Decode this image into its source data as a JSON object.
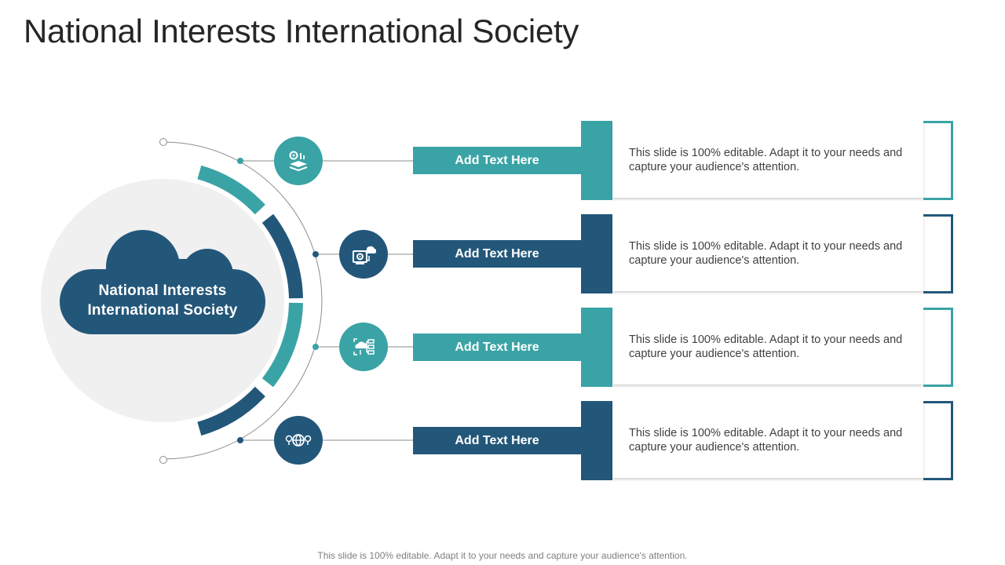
{
  "title": "National Interests International Society",
  "center": {
    "line1": "National Interests",
    "line2": "International Society"
  },
  "items": [
    {
      "label": "Add Text Here",
      "text": "This slide is 100% editable. Adapt it to your needs and capture your audience's attention.",
      "icon": "gear-chart-layers-icon",
      "color": "#3aa3a5"
    },
    {
      "label": "Add Text Here",
      "text": "This slide is 100% editable. Adapt it to your needs and capture your audience's attention.",
      "icon": "cloud-gear-monitor-icon",
      "color": "#23577a"
    },
    {
      "label": "Add Text Here",
      "text": "This slide is 100% editable. Adapt it to your needs and capture your audience's attention.",
      "icon": "cloud-network-icon",
      "color": "#3aa3a5"
    },
    {
      "label": "Add Text Here",
      "text": "This slide is 100% editable. Adapt it to your needs and capture your audience's attention.",
      "icon": "globe-users-icon",
      "color": "#23577a"
    }
  ],
  "footer": "This slide is 100% editable. Adapt it to your needs and capture your audience's attention.",
  "colors": {
    "teal": "#3aa3a5",
    "navy": "#23577a",
    "circle_bg": "#f0f0f0",
    "line": "#8c8c8c"
  }
}
